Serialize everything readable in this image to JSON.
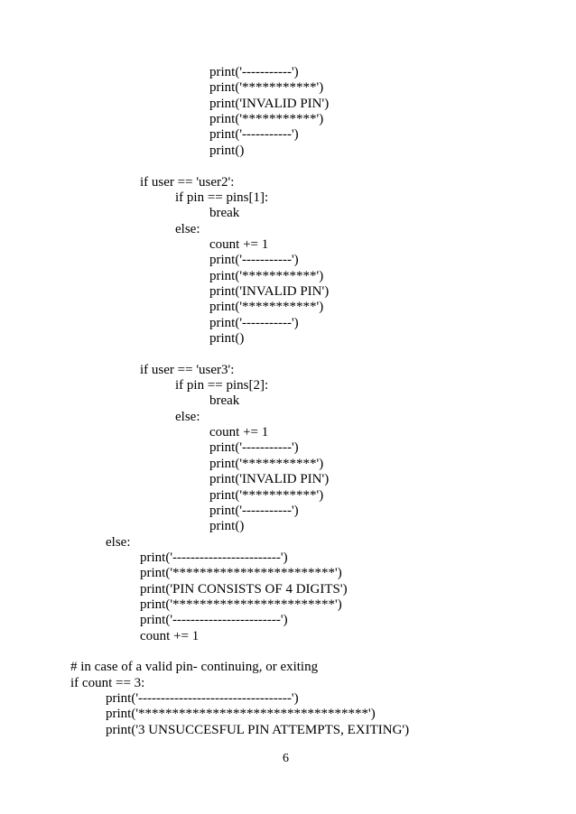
{
  "document": {
    "lines": [
      {
        "text": "print('-----------')",
        "indent": 4
      },
      {
        "text": "print('***********')",
        "indent": 4
      },
      {
        "text": "print('INVALID PIN')",
        "indent": 4
      },
      {
        "text": "print('***********')",
        "indent": 4
      },
      {
        "text": "print('-----------')",
        "indent": 4
      },
      {
        "text": "print()",
        "indent": 4
      },
      {
        "text": "",
        "indent": 0
      },
      {
        "text": "if user == 'user2':",
        "indent": 2
      },
      {
        "text": "if pin == pins[1]:",
        "indent": 3
      },
      {
        "text": "break",
        "indent": 4
      },
      {
        "text": "else:",
        "indent": 3
      },
      {
        "text": "count += 1",
        "indent": 4
      },
      {
        "text": "print('-----------')",
        "indent": 4
      },
      {
        "text": "print('***********')",
        "indent": 4
      },
      {
        "text": "print('INVALID PIN')",
        "indent": 4
      },
      {
        "text": "print('***********')",
        "indent": 4
      },
      {
        "text": "print('-----------')",
        "indent": 4
      },
      {
        "text": "print()",
        "indent": 4
      },
      {
        "text": "",
        "indent": 0
      },
      {
        "text": "if user == 'user3':",
        "indent": 2
      },
      {
        "text": "if pin == pins[2]:",
        "indent": 3
      },
      {
        "text": "break",
        "indent": 4
      },
      {
        "text": "else:",
        "indent": 3
      },
      {
        "text": "count += 1",
        "indent": 4
      },
      {
        "text": "print('-----------')",
        "indent": 4
      },
      {
        "text": "print('***********')",
        "indent": 4
      },
      {
        "text": "print('INVALID PIN')",
        "indent": 4
      },
      {
        "text": "print('***********')",
        "indent": 4
      },
      {
        "text": "print('-----------')",
        "indent": 4
      },
      {
        "text": "print()",
        "indent": 4
      },
      {
        "text": "else:",
        "indent": 1
      },
      {
        "text": "print('------------------------')",
        "indent": 2
      },
      {
        "text": "print('************************')",
        "indent": 2
      },
      {
        "text": "print('PIN CONSISTS OF 4 DIGITS')",
        "indent": 2
      },
      {
        "text": "print('************************')",
        "indent": 2
      },
      {
        "text": "print('------------------------')",
        "indent": 2
      },
      {
        "text": "count += 1",
        "indent": 2
      },
      {
        "text": "",
        "indent": 0
      },
      {
        "text": "# in case of a valid pin- continuing, or exiting",
        "indent": 0
      },
      {
        "text": "if count == 3:",
        "indent": 0
      },
      {
        "text": "print('----------------------------------')",
        "indent": 1
      },
      {
        "text": "print('**********************************')",
        "indent": 1
      },
      {
        "text": "print('3 UNSUCCESFUL PIN ATTEMPTS, EXITING')",
        "indent": 1
      }
    ],
    "page_number": "6"
  }
}
